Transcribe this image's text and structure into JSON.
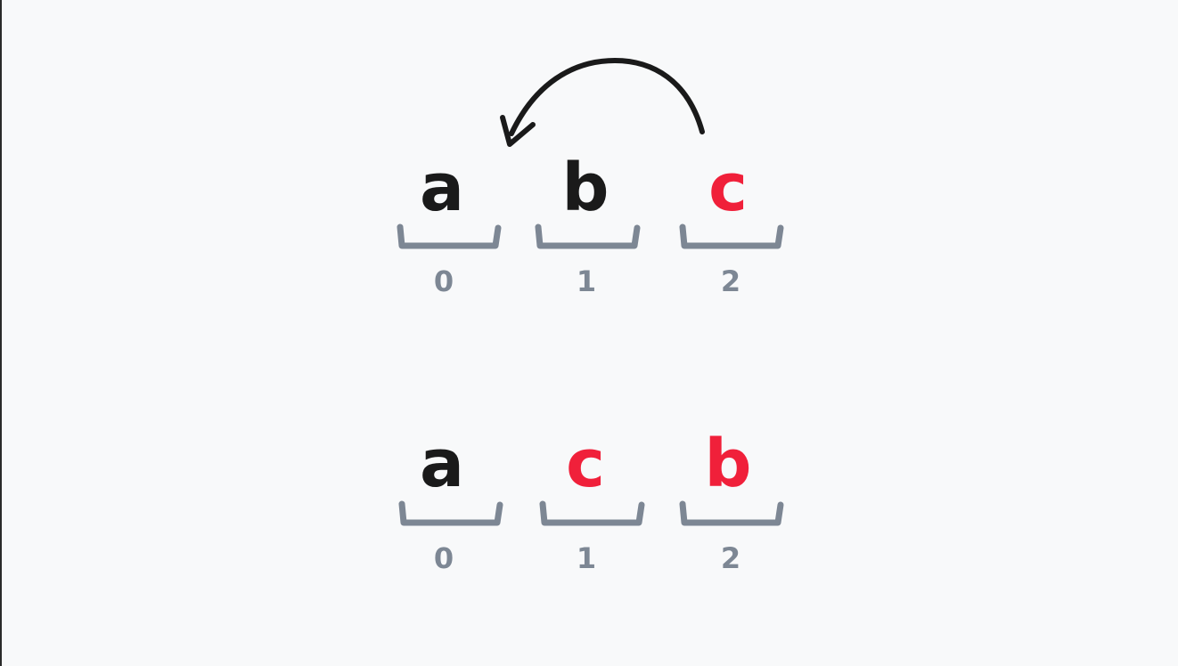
{
  "colors": {
    "background": "#f8f9fa",
    "default_letter": "#1a1a1a",
    "highlight_letter": "#f0203a",
    "bracket": "#7d8794",
    "index": "#7d8794",
    "arrow": "#1a1a1a"
  },
  "rows": [
    {
      "cells": [
        {
          "letter": "a",
          "index": "0",
          "highlighted": false
        },
        {
          "letter": "b",
          "index": "1",
          "highlighted": false
        },
        {
          "letter": "c",
          "index": "2",
          "highlighted": true
        }
      ],
      "arrow": {
        "from_index": 2,
        "to_index": 0
      }
    },
    {
      "cells": [
        {
          "letter": "a",
          "index": "0",
          "highlighted": false
        },
        {
          "letter": "c",
          "index": "1",
          "highlighted": true
        },
        {
          "letter": "b",
          "index": "2",
          "highlighted": true
        }
      ]
    }
  ]
}
